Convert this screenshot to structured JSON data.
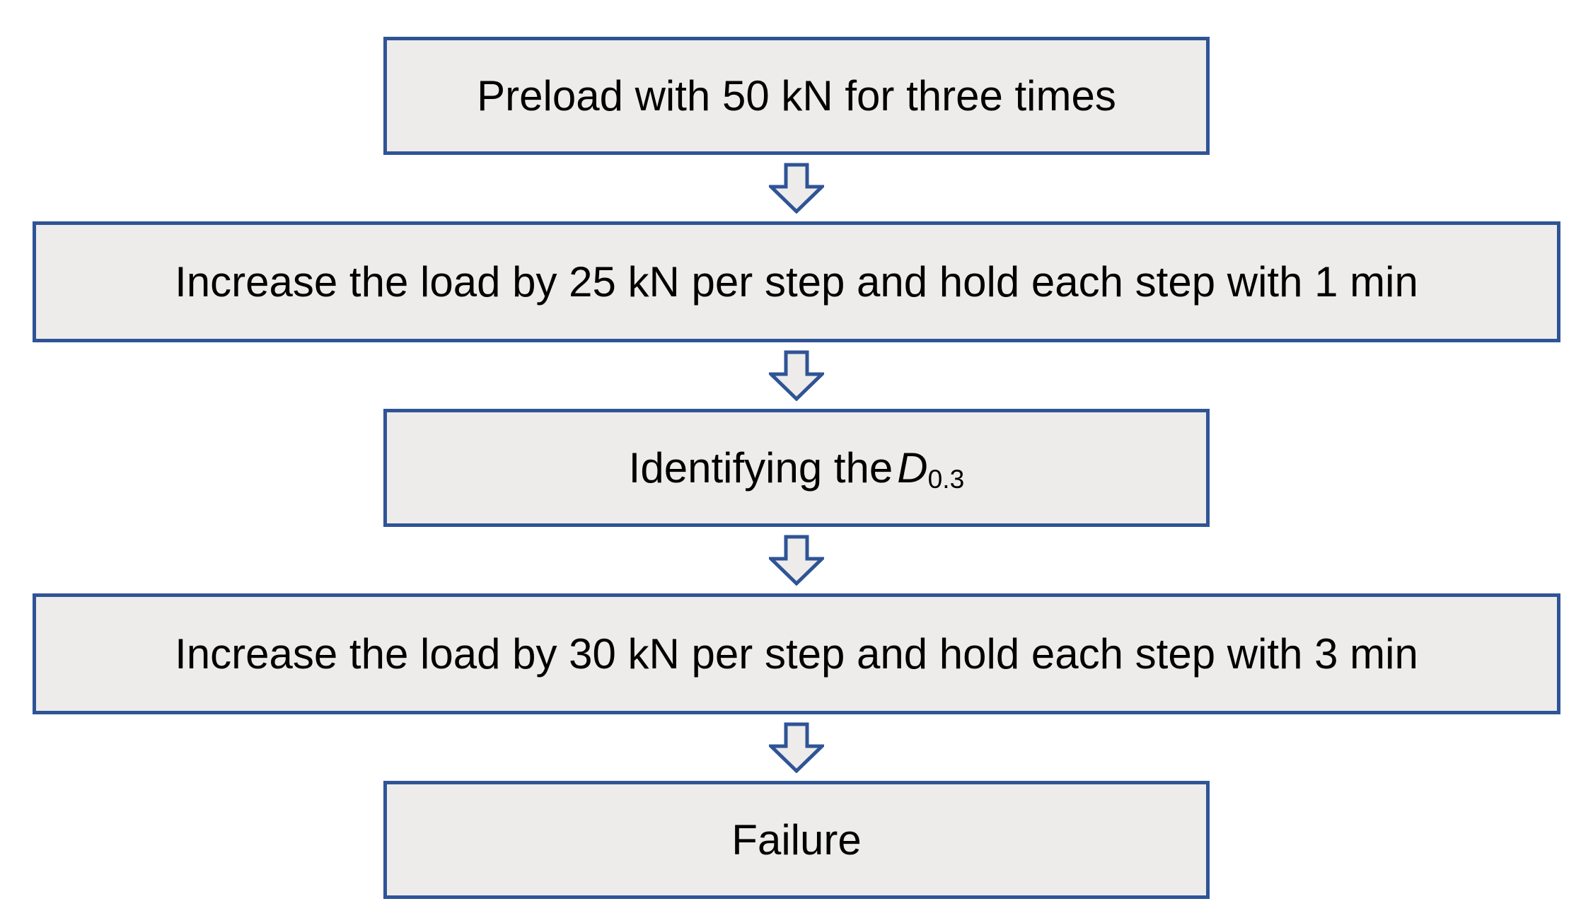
{
  "diagram": {
    "type": "flowchart",
    "description": "Load test procedure flowchart with five sequential steps connected by downward block arrows",
    "steps": [
      {
        "id": "preload",
        "text": "Preload with 50 kN for three times"
      },
      {
        "id": "increase-25kn",
        "text": "Increase the load by 25 kN per step and hold each step with 1 min"
      },
      {
        "id": "identify-d03",
        "text_prefix": "Identifying the",
        "symbol": "D",
        "subscript": "0.3"
      },
      {
        "id": "increase-30kn",
        "text": "Increase the load by 30 kN per step and hold each step with 3 min"
      },
      {
        "id": "failure",
        "text": "Failure"
      }
    ],
    "colors": {
      "box_fill": "#edeceb",
      "box_border": "#2f5496",
      "arrow_fill": "#edeceb",
      "arrow_border": "#2f5496",
      "text": "#000000",
      "background": "#ffffff"
    }
  }
}
